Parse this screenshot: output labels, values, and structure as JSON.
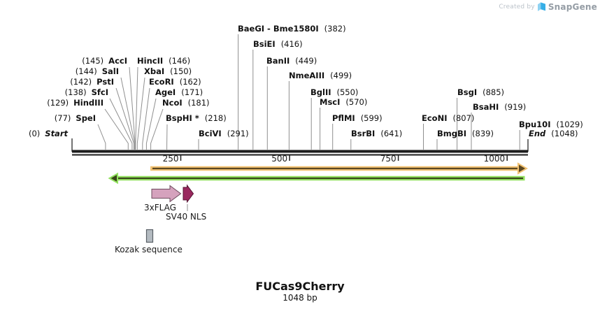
{
  "logo": {
    "created_by": "Created by",
    "brand": "SnapGene"
  },
  "map": {
    "sites": [
      {
        "name": "Start",
        "pos_label": "(0)"
      },
      {
        "name": "SpeI",
        "pos_label": "(77)"
      },
      {
        "name": "HindIII",
        "pos_label": "(129)"
      },
      {
        "name": "SfcI",
        "pos_label": "(138)"
      },
      {
        "name": "PstI",
        "pos_label": "(142)"
      },
      {
        "name": "SalI",
        "pos_label": "(144)"
      },
      {
        "name": "AccI",
        "pos_label": "(145)"
      },
      {
        "name": "HincII",
        "pos_label": "(146)"
      },
      {
        "name": "XbaI",
        "pos_label": "(150)"
      },
      {
        "name": "EcoRI",
        "pos_label": "(162)"
      },
      {
        "name": "AgeI",
        "pos_label": "(171)"
      },
      {
        "name": "NcoI",
        "pos_label": "(181)"
      },
      {
        "name": "BspHI *",
        "pos_label": "(218)"
      },
      {
        "name": "BciVI",
        "pos_label": "(291)"
      },
      {
        "name": "BaeGI - Bme1580I",
        "pos_label": "(382)"
      },
      {
        "name": "BsiEI",
        "pos_label": "(416)"
      },
      {
        "name": "BanII",
        "pos_label": "(449)"
      },
      {
        "name": "NmeAIII",
        "pos_label": "(499)"
      },
      {
        "name": "BglII",
        "pos_label": "(550)"
      },
      {
        "name": "MscI",
        "pos_label": "(570)"
      },
      {
        "name": "PflMI",
        "pos_label": "(599)"
      },
      {
        "name": "BsrBI",
        "pos_label": "(641)"
      },
      {
        "name": "EcoNI",
        "pos_label": "(807)"
      },
      {
        "name": "BmgBI",
        "pos_label": "(839)"
      },
      {
        "name": "BsgI",
        "pos_label": "(885)"
      },
      {
        "name": "BsaHI",
        "pos_label": "(919)"
      },
      {
        "name": "Bpu10I",
        "pos_label": "(1029)"
      },
      {
        "name": "End",
        "pos_label": "(1048)"
      }
    ],
    "ruler_ticks": [
      "250",
      "500",
      "750",
      "1000"
    ],
    "strands": [
      {
        "name": "forward",
        "color": "#f2c272"
      },
      {
        "name": "reverse",
        "color": "#93e160"
      }
    ],
    "features": [
      {
        "label": "3xFLAG",
        "color": "#d5a2bd"
      },
      {
        "label": "SV40 NLS",
        "color": "#99285e"
      },
      {
        "label": "Kozak sequence",
        "color": "#b4bbc1"
      }
    ]
  },
  "footer": {
    "title": "FUCas9Cherry",
    "length": "1048 bp"
  }
}
